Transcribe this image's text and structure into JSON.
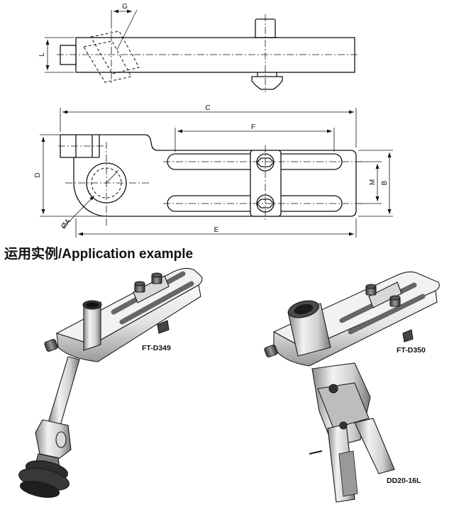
{
  "section": {
    "heading": "运用实例/Application example"
  },
  "dimensions": {
    "g": "G",
    "l": "L",
    "c": "C",
    "f": "F",
    "d": "D",
    "m": "M",
    "b": "B",
    "e": "E",
    "a": "ØA"
  },
  "examples": [
    {
      "label": "FT-D349"
    },
    {
      "label": "FT-D350"
    },
    {
      "label": "DD20-16L"
    }
  ],
  "colors": {
    "ink": "#111111",
    "metal_light": "#f1f1f1",
    "metal_mid": "#c9c9c9",
    "metal_dark": "#6e6e6e"
  }
}
